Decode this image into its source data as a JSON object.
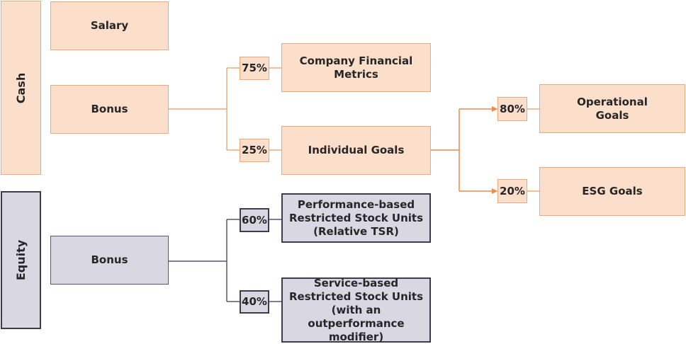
{
  "groups": {
    "cash": "Cash",
    "equity": "Equity"
  },
  "cash": {
    "salary": "Salary",
    "bonus": "Bonus",
    "pct_company": "75%",
    "company_financial_metrics": "Company Financial\nMetrics",
    "pct_individual": "25%",
    "individual_goals": "Individual Goals",
    "pct_operational": "80%",
    "operational_goals": "Operational\nGoals",
    "pct_esg": "20%",
    "esg_goals": "ESG Goals"
  },
  "equity": {
    "bonus": "Bonus",
    "pct_psu": "60%",
    "psu": "Performance-based\nRestricted Stock Units\n(Relative TSR)",
    "pct_rsu": "40%",
    "rsu": "Service-based\nRestricted Stock Units\n(with an outperformance\nmodifier)"
  },
  "colors": {
    "cash_fill": "#fcdfcb",
    "cash_border": "#f0a878",
    "cash_connector": "#f0a878",
    "arrow": "#ec8a4c",
    "equity_fill": "#d8d7e2",
    "equity_border": "#3c3c4e",
    "equity_connector": "#57566b"
  }
}
